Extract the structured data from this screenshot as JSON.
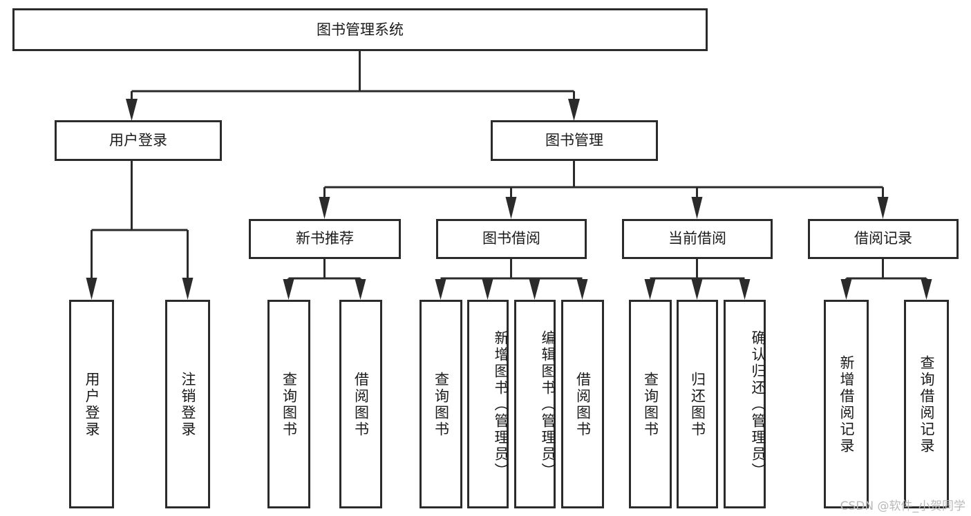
{
  "diagram": {
    "title": "图书管理系统",
    "type": "tree-hierarchy",
    "watermark": "CSDN @软件_小贺同学",
    "colors": {
      "stroke": "#2b2b2b",
      "fill": "#ffffff",
      "text": "#1a1a1a",
      "watermark": "#b9b9b9"
    },
    "root": {
      "label": "图书管理系统",
      "orientation": "horizontal"
    },
    "level2": [
      {
        "id": "user-login",
        "label": "用户登录",
        "orientation": "horizontal"
      },
      {
        "id": "book-manage",
        "label": "图书管理",
        "orientation": "horizontal"
      }
    ],
    "level3": [
      {
        "id": "new-book-recommend",
        "label": "新书推荐",
        "parent": "book-manage",
        "orientation": "horizontal"
      },
      {
        "id": "book-borrow",
        "label": "图书借阅",
        "parent": "book-manage",
        "orientation": "horizontal"
      },
      {
        "id": "current-borrow",
        "label": "当前借阅",
        "parent": "book-manage",
        "orientation": "horizontal"
      },
      {
        "id": "borrow-record",
        "label": "借阅记录",
        "parent": "book-manage",
        "orientation": "horizontal"
      }
    ],
    "leaves": [
      {
        "id": "leaf-user-login",
        "label": "用户登录",
        "parent": "user-login",
        "orientation": "vertical"
      },
      {
        "id": "leaf-user-logout",
        "label": "注销登录",
        "parent": "user-login",
        "orientation": "vertical"
      },
      {
        "id": "leaf-query-book-1",
        "label": "查询图书",
        "parent": "new-book-recommend",
        "orientation": "vertical"
      },
      {
        "id": "leaf-borrow-book-1",
        "label": "借阅图书",
        "parent": "new-book-recommend",
        "orientation": "vertical"
      },
      {
        "id": "leaf-query-book-2",
        "label": "查询图书",
        "parent": "book-borrow",
        "orientation": "vertical"
      },
      {
        "id": "leaf-add-book",
        "label": "新增图书（管理员）",
        "parent": "book-borrow",
        "orientation": "vertical"
      },
      {
        "id": "leaf-edit-book",
        "label": "编辑图书（管理员）",
        "parent": "book-borrow",
        "orientation": "vertical"
      },
      {
        "id": "leaf-borrow-book-2",
        "label": "借阅图书",
        "parent": "book-borrow",
        "orientation": "vertical"
      },
      {
        "id": "leaf-query-book-3",
        "label": "查询图书",
        "parent": "current-borrow",
        "orientation": "vertical"
      },
      {
        "id": "leaf-return-book",
        "label": "归还图书",
        "parent": "current-borrow",
        "orientation": "vertical"
      },
      {
        "id": "leaf-confirm-return",
        "label": "确认归还（管理员）",
        "parent": "current-borrow",
        "orientation": "vertical"
      },
      {
        "id": "leaf-add-record",
        "label": "新增借阅记录",
        "parent": "borrow-record",
        "orientation": "vertical"
      },
      {
        "id": "leaf-query-record",
        "label": "查询借阅记录",
        "parent": "borrow-record",
        "orientation": "vertical"
      }
    ]
  }
}
